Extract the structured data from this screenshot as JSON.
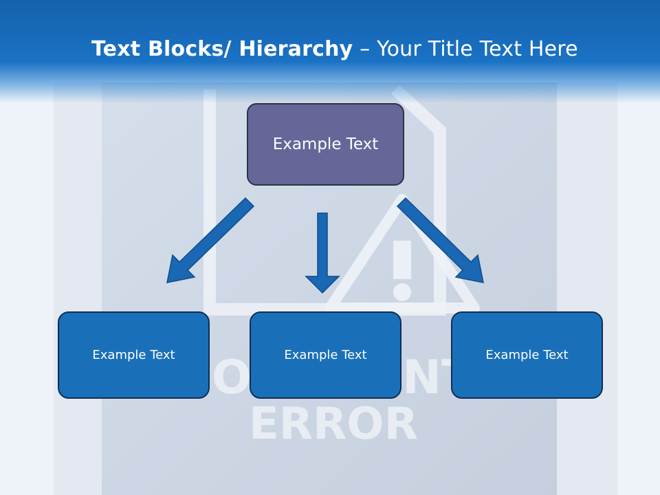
{
  "slide": {
    "title_bold": "Text Blocks/ Hierarchy",
    "title_sep": " – ",
    "title_rest": "Your Title Text Here"
  },
  "background": {
    "line1": "DOCUMENT",
    "line2": "ERROR"
  },
  "diagram": {
    "top": {
      "label": "Example Text",
      "color": "#666699"
    },
    "children": [
      {
        "label": "Example Text"
      },
      {
        "label": "Example Text"
      },
      {
        "label": "Example Text"
      }
    ],
    "child_color": "#1a70b8",
    "arrow_color": "#1a67b4"
  }
}
